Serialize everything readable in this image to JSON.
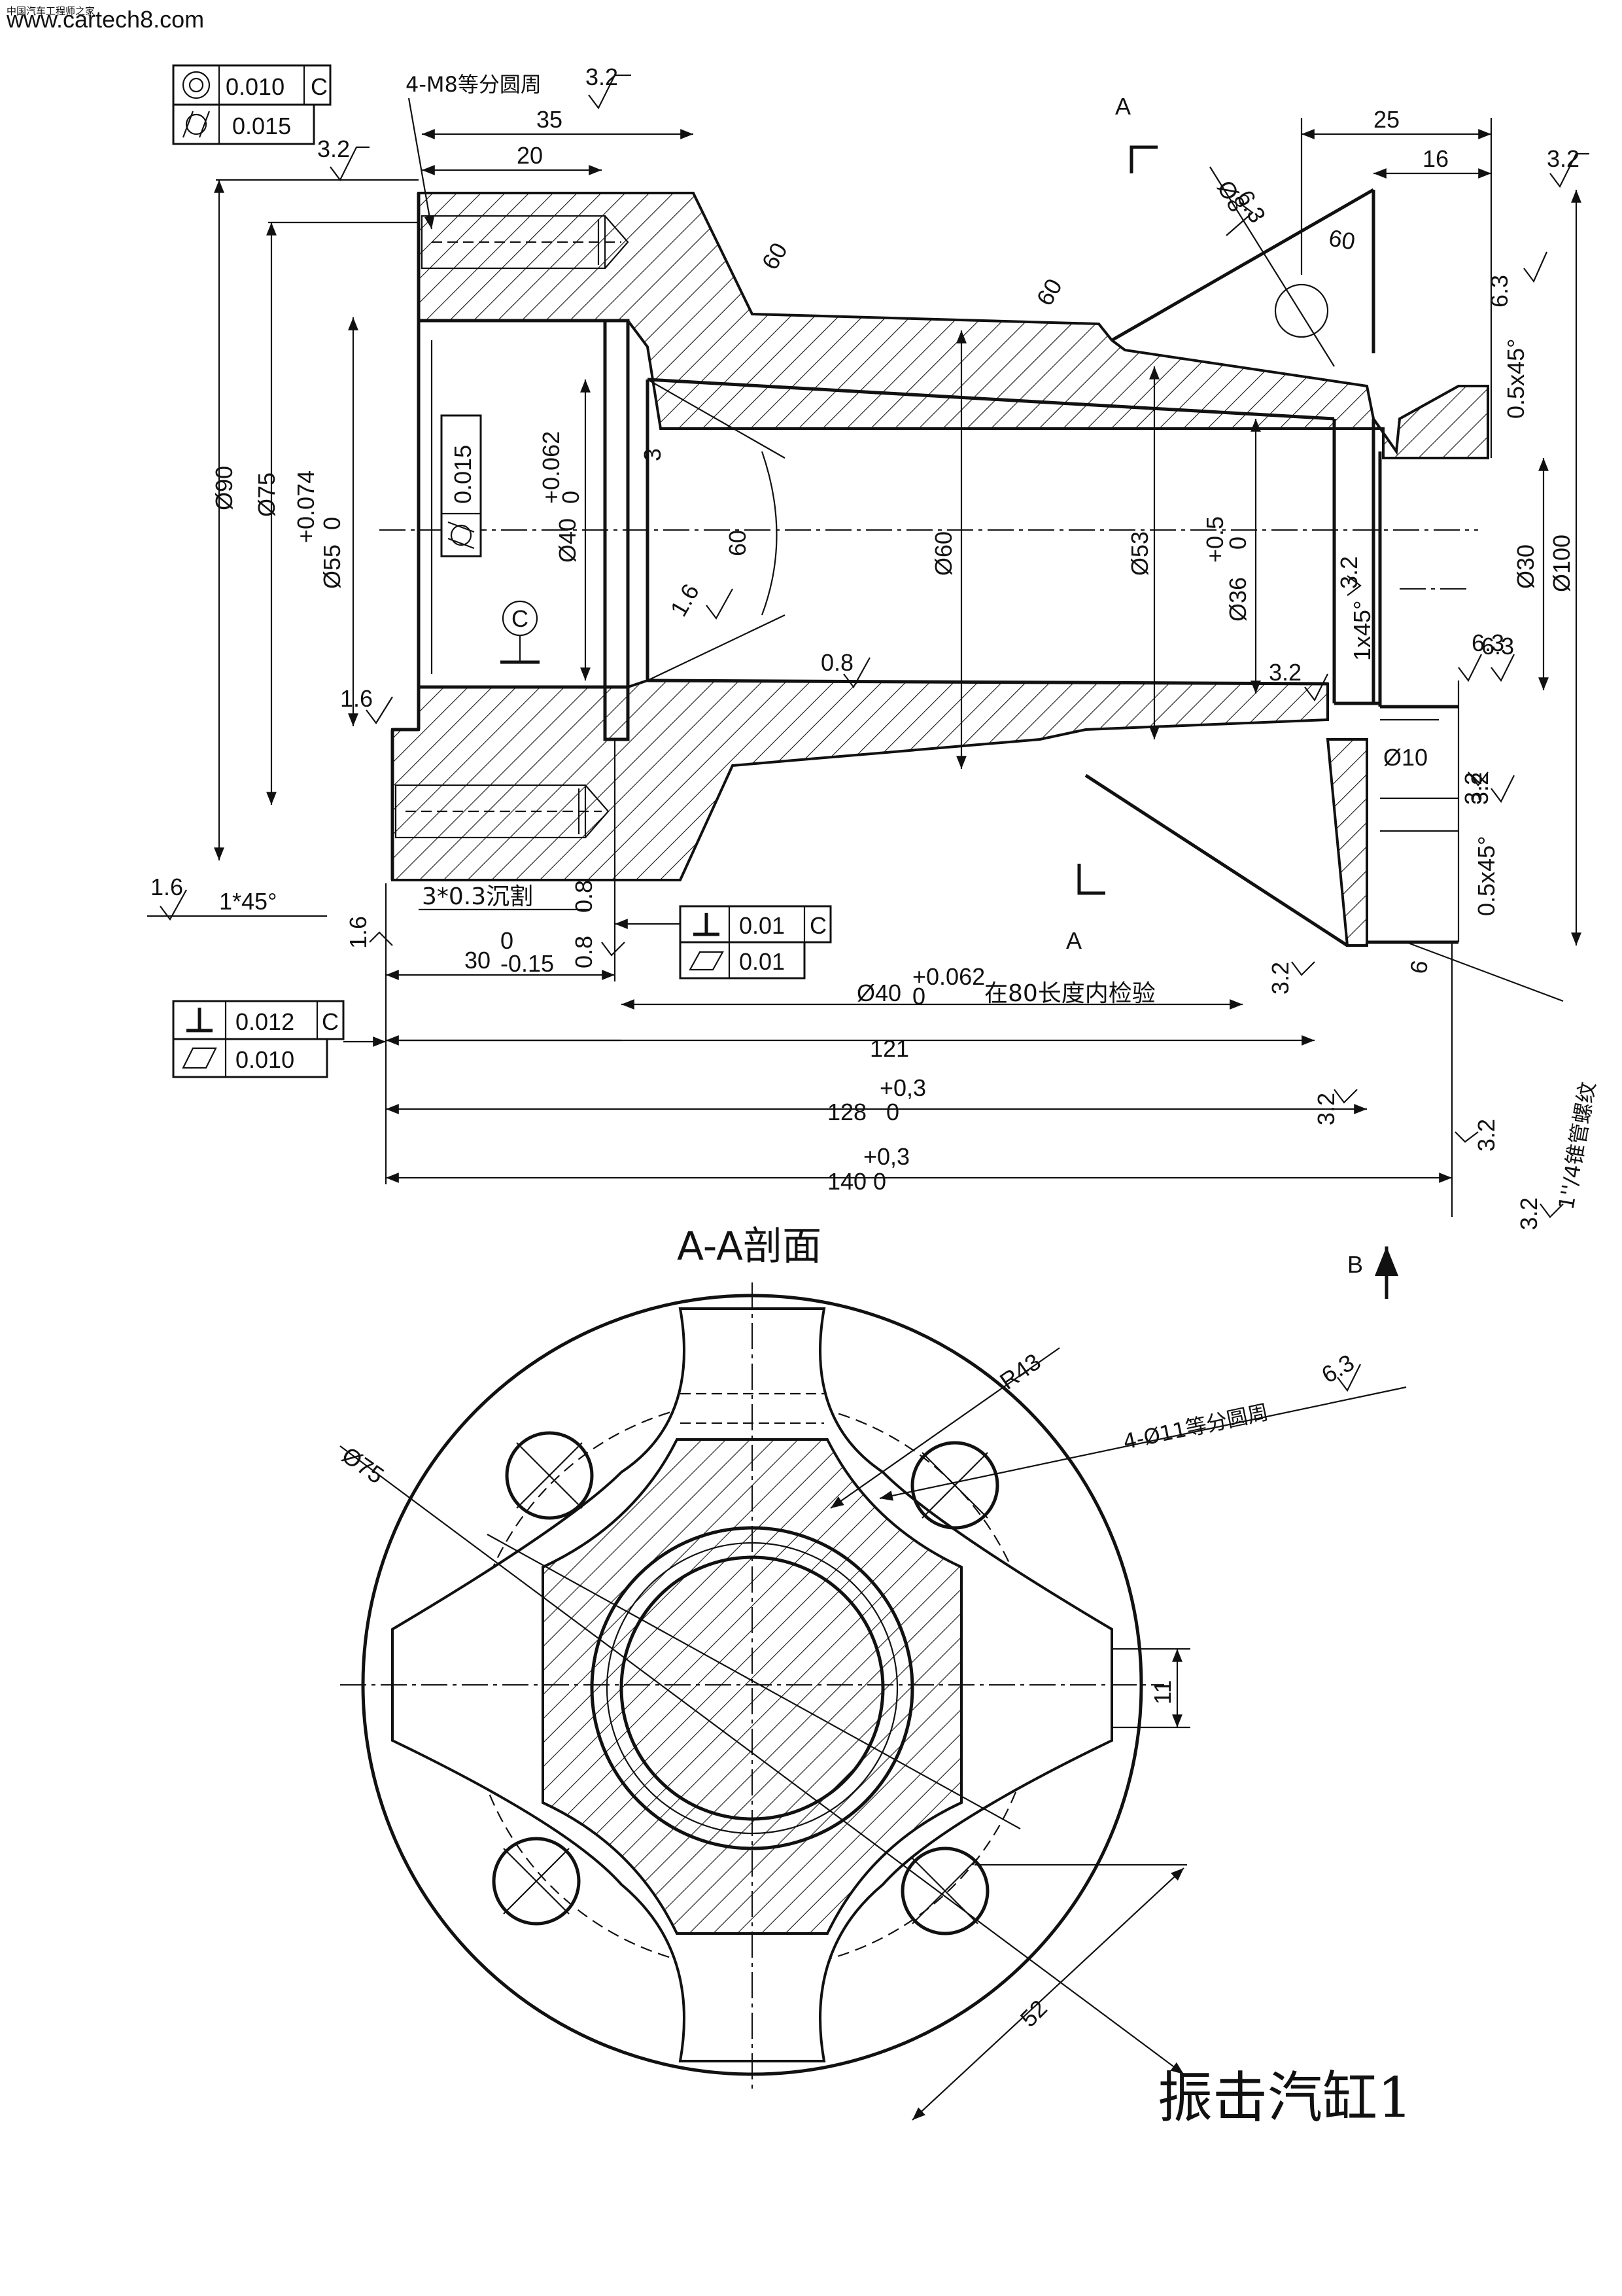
{
  "watermark": {
    "line1": "中国汽车工程师之家",
    "line2": "www.cartech8.com"
  },
  "title": "振击汽缸1",
  "section_title": "A-A剖面",
  "section_marks": {
    "a_top": "A",
    "a_bottom": "A",
    "b": "B"
  },
  "tolerance_frames": {
    "top_left": [
      {
        "symbol": "concentricity",
        "value": "0.010",
        "datum": "C"
      },
      {
        "symbol": "cylindricity",
        "value": "0.015"
      }
    ],
    "bore": {
      "symbol": "cylindricity",
      "value": "0.015"
    },
    "mid": [
      {
        "symbol": "perpendicularity",
        "value": "0.01",
        "datum": "C"
      },
      {
        "symbol": "flatness",
        "value": "0.01"
      }
    ],
    "bottom_left": [
      {
        "symbol": "perpendicularity",
        "value": "0.012",
        "datum": "C"
      },
      {
        "symbol": "flatness",
        "value": "0.010"
      }
    ]
  },
  "datum_label": "C",
  "notes": {
    "thread_holes": "4-M8等分圆周",
    "countersink": "3*0.3沉割",
    "bore_check": "在80长度内检验",
    "pipe_thread": "1''/4锥管螺纹",
    "holes_section": "4-Ø11等分圆周"
  },
  "dimensions": {
    "d35": "35",
    "d20": "20",
    "d25": "25",
    "d16": "16",
    "d90": "Ø90",
    "d75": "Ø75",
    "d55": "Ø55",
    "d55_tol_up": "+0.074",
    "d55_tol_lo": "0",
    "d40": "Ø40",
    "d40_tol_up": "+0.062",
    "d40_tol_lo": "0",
    "d3": "3",
    "a60_a": "60",
    "a60_b": "60",
    "a60_c": "60",
    "a60_d": "60",
    "d60": "Ø60",
    "d53": "Ø53",
    "d36": "Ø36",
    "d36_tol_up": "+0.5",
    "d36_tol_lo": "0",
    "d30": "Ø30",
    "d100": "Ø100",
    "d10": "Ø10",
    "d8": "Ø8",
    "d6": "6",
    "chamfer_top": "0.5x45°",
    "chamfer_mid": "1x45°",
    "chamfer_bot": "0.5x45°",
    "chamfer_left": "1*45°",
    "d30_len": "30",
    "d30_len_tol_up": "0",
    "d30_len_tol_lo": "-0.15",
    "d0_8": "0.8",
    "bore_len": "Ø40",
    "bore_len_tol_up": "+0.062",
    "bore_len_tol_lo": "0",
    "d121": "121",
    "d128": "128",
    "d128_tol_up": "+0,3",
    "d128_tol_lo": "0",
    "d140": "140",
    "d140_tol_up": "+0,3",
    "d140_tol_lo": "0",
    "r43": "R43",
    "s75": "Ø75",
    "s11": "11",
    "s52": "52"
  },
  "roughness": {
    "r1": "3.2",
    "r2": "3.2",
    "r3": "3.2",
    "r4": "6.3",
    "r5": "6.3",
    "r6": "1.6",
    "r7": "0.8",
    "r8": "1.6",
    "r9": "1.6",
    "r10": "1.6",
    "r11": "0.8",
    "r12": "3.2",
    "r13": "3.2",
    "r14": "6.3",
    "r15": "3.2",
    "r16": "3.2",
    "r17": "3.2",
    "r18": "3.2",
    "r19": "3.2",
    "r20": "3.2",
    "r21": "6.3",
    "r22": "6.3"
  }
}
